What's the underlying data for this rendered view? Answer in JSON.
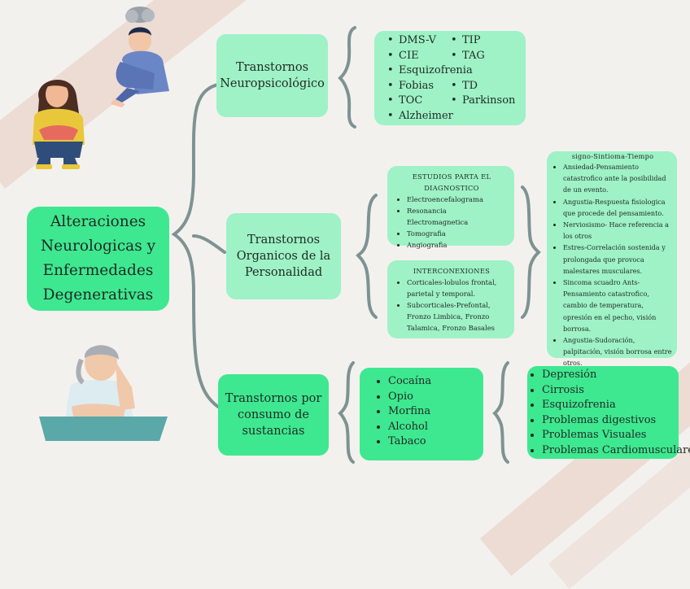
{
  "main_title": "Alteraciones Neurologicas y Enfermedades Degenerativas",
  "branches": {
    "neuro": {
      "title": "Transtornos Neuropsicológico",
      "items": [
        "DMS-V",
        "TIP",
        "CIE",
        "TAG",
        "Esquizofrenia",
        "Fobias",
        "TD",
        "TOC",
        "Parkinson",
        "Alzheimer"
      ]
    },
    "organic": {
      "title": "Transtornos Organicos de la Personalidad",
      "studies": {
        "title": "ESTUDIOS PARTA EL DIAGNOSTICO",
        "items": [
          "Electroencefalograma",
          "Resonancia Electromagnetica",
          "Tomografia",
          "Angiografia"
        ]
      },
      "interconnections": {
        "title": "INTERCONEXIONES",
        "items": [
          "Corticales-lobulos frontal, parietal y temporal.",
          "Subcorticales-Prefontal, Fronzo Limbica, Fronzo Talamica, Fronzo Basales"
        ]
      },
      "symptoms": {
        "title": "signo-Sintioma-Tiempo",
        "items": [
          "Ansiedad-Pensamiento catastrofico ante la posibilidad de un evento.",
          "Angustia-Respuesta fisiologica que procede del pensamiento.",
          "Nerviosismo- Hace referencia a los otros",
          "Estres-Correlación sostenida y prolongada que provoca malestares musculares.",
          "Sincoma scuadro Ants- Pensamiento catastrofico, cambio de temperatura, opresión en el pecho, visión borrosa.",
          "Angustia-Sudoración, palpitación, visión borrosa entre otros."
        ]
      }
    },
    "substances": {
      "title": "Transtornos por consumo de sustancias",
      "items": [
        "Cocaína",
        "Opio",
        "Morfina",
        "Alcohol",
        "Tabaco"
      ],
      "effects": [
        "Depresión",
        "Cirrosis",
        "Esquizofrenia",
        "Problemas digestivos",
        "Problemas Visuales",
        "Problemas Cardiomusculares"
      ]
    }
  },
  "colors": {
    "bright_green": "#3ee890",
    "light_green": "#9ef2c6",
    "connector": "#7d9392",
    "background": "#f3f1ee"
  },
  "icons": [
    "sad-person-sitting-icon",
    "crying-woman-icon",
    "stressed-man-at-desk-icon"
  ]
}
